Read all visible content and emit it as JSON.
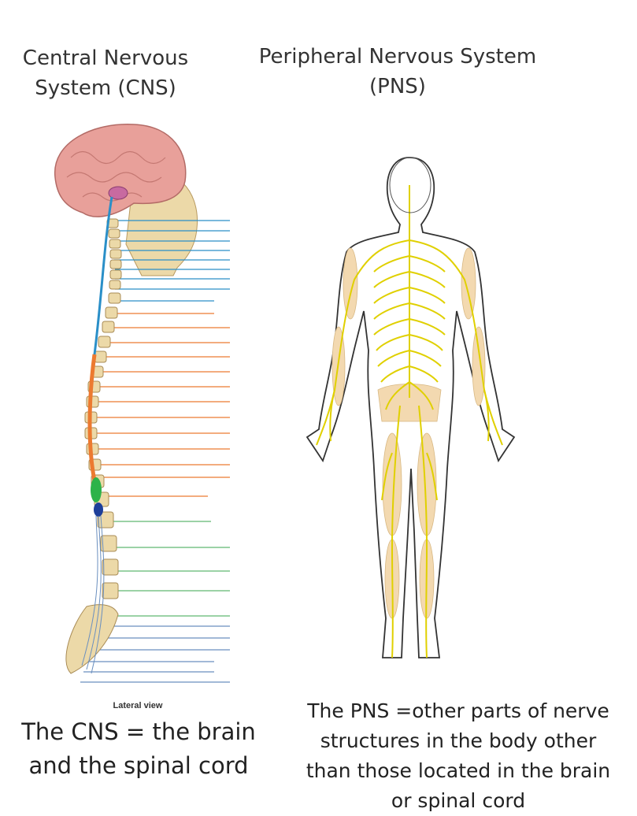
{
  "cns": {
    "heading_lines": [
      "Central Nervous",
      "System (CNS)"
    ],
    "view_label": "Lateral view",
    "caption_lines": [
      "The CNS = the brain",
      "and the spinal cord"
    ]
  },
  "pns": {
    "heading_lines": [
      "Peripheral Nervous System",
      "(PNS)"
    ],
    "caption_lines": [
      "The PNS =other parts of nerve",
      "structures in the body other",
      "than those located in the brain",
      "or spinal cord"
    ]
  },
  "colors": {
    "brain": "#e8a09a",
    "bone": "#ecd9a8",
    "cervical": "#2a8fc8",
    "thoracic": "#ec7a30",
    "lumbar": "#5fb870",
    "sacral": "#6a8fbf",
    "cord_green": "#2db34a",
    "cord_blue": "#1d3f9a",
    "pns_nerve": "#e0d000",
    "pns_bone": "#f3d9b0"
  }
}
